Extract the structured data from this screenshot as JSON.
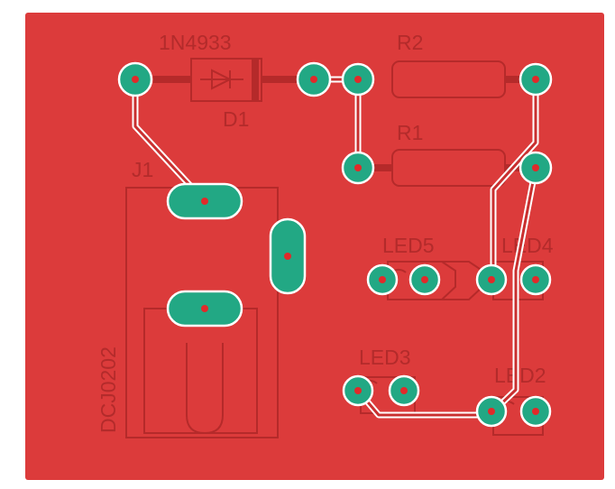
{
  "board": {
    "colors": {
      "board": "#dc3b3b",
      "pad": "#22a884",
      "silk": "#b32b2b",
      "trace_outline": "#ffffff"
    },
    "components": {
      "d1": {
        "ref": "D1",
        "value": "1N4933"
      },
      "r1": {
        "ref": "R1"
      },
      "r2": {
        "ref": "R2"
      },
      "j1": {
        "ref": "J1",
        "value": "DCJ0202"
      },
      "led2": {
        "ref": "LED2"
      },
      "led3": {
        "ref": "LED3"
      },
      "led4": {
        "ref": "LED4"
      },
      "led5": {
        "ref": "LED5"
      }
    }
  }
}
